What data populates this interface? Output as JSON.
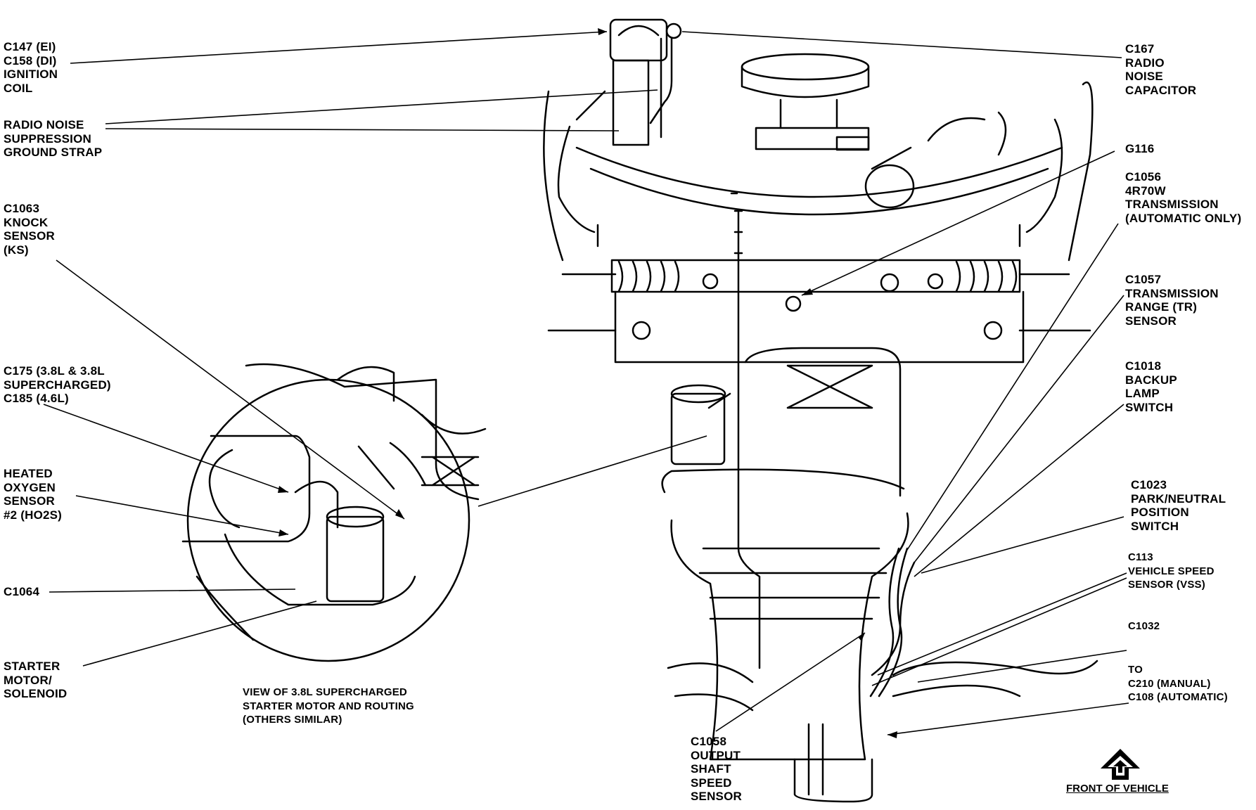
{
  "diagram": {
    "callouts": [
      {
        "id": "c147",
        "text": "C147 (EI)\nC158 (DI)\nIGNITION\nCOIL"
      },
      {
        "id": "radio-noise-strap",
        "text": "RADIO NOISE\nSUPPRESSION\nGROUND STRAP"
      },
      {
        "id": "c1063",
        "text": "C1063\nKNOCK\nSENSOR\n(KS)"
      },
      {
        "id": "c175",
        "text": "C175 (3.8L & 3.8L\nSUPERCHARGED)\nC185 (4.6L)"
      },
      {
        "id": "ho2s",
        "text": "HEATED\nOXYGEN\nSENSOR\n#2 (HO2S)"
      },
      {
        "id": "c1064",
        "text": "C1064"
      },
      {
        "id": "starter",
        "text": "STARTER\nMOTOR/\nSOLENOID"
      },
      {
        "id": "view-note",
        "text": "VIEW OF 3.8L SUPERCHARGED\nSTARTER MOTOR AND ROUTING\n(OTHERS SIMILAR)"
      },
      {
        "id": "c1058",
        "text": "C1058\nOUTPUT\nSHAFT\nSPEED\nSENSOR"
      },
      {
        "id": "c167",
        "text": "C167\nRADIO\nNOISE\nCAPACITOR"
      },
      {
        "id": "g116",
        "text": "G116"
      },
      {
        "id": "c1056",
        "text": "C1056\n4R70W\nTRANSMISSION\n(AUTOMATIC ONLY)"
      },
      {
        "id": "c1057",
        "text": "C1057\nTRANSMISSION\nRANGE (TR)\nSENSOR"
      },
      {
        "id": "c1018",
        "text": "C1018\nBACKUP\nLAMP\nSWITCH"
      },
      {
        "id": "c1023",
        "text": "C1023\nPARK/NEUTRAL\nPOSITION\nSWITCH"
      },
      {
        "id": "c113",
        "text": "C113\nVEHICLE SPEED\nSENSOR (VSS)"
      },
      {
        "id": "c1032",
        "text": "C1032"
      },
      {
        "id": "to-c210",
        "text": "TO\nC210 (MANUAL)\nC108 (AUTOMATIC)"
      }
    ],
    "front_label": "FRONT OF VEHICLE"
  }
}
